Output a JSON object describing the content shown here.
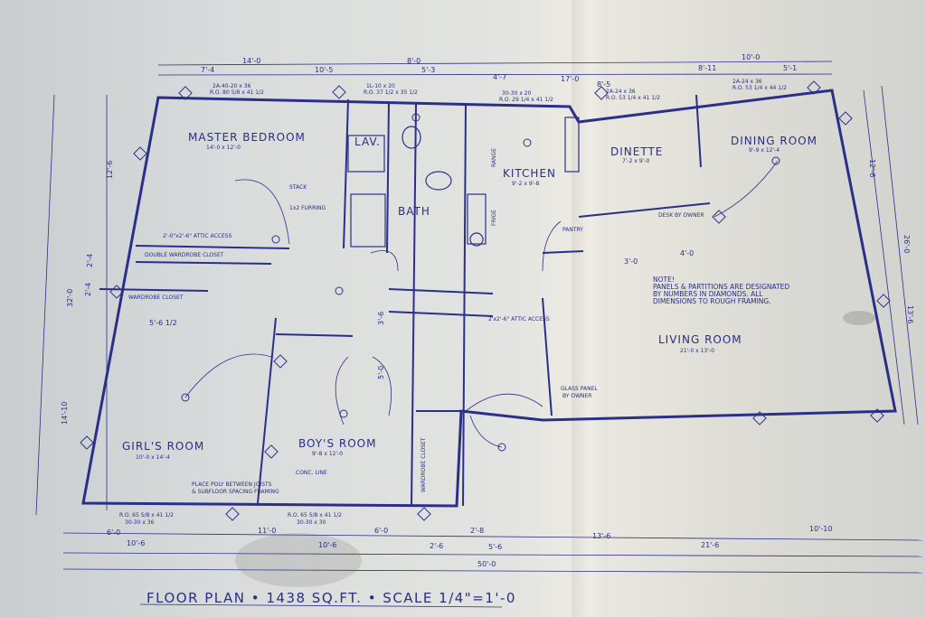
{
  "plan": {
    "title": "FLOOR PLAN • 1438 SQ.FT. • SCALE 1/4\"=1'-0",
    "note_label": "NOTE!",
    "note_lines": [
      "PANELS & PARTITIONS ARE DESIGNATED",
      "BY NUMBERS IN DIAMONDS. ALL",
      "DIMENSIONS TO ROUGH FRAMING."
    ]
  },
  "rooms": {
    "master_name": "MASTER BEDROOM",
    "master_size": "14'-0 x 12'-0",
    "lav": "LAV.",
    "bath": "BATH",
    "kitchen_name": "KITCHEN",
    "kitchen_size": "9'-2 x 9'-8",
    "dinette_name": "DINETTE",
    "dinette_size": "7'-2 x 9'-0",
    "dining_name": "DINING ROOM",
    "dining_size": "9'-9 x 12'-4",
    "living_name": "LIVING ROOM",
    "living_size": "21'-0 x 13'-0",
    "girls_name": "GIRL'S ROOM",
    "girls_size": "10'-0 x 14'-4",
    "boys_name": "BOY'S ROOM",
    "boys_size": "9'-8 x 12'-0"
  },
  "labels": {
    "attic_access": "2'-0\"x2'-6\" ATTIC ACCESS",
    "double_wardrobe": "DOUBLE WARDROBE CLOSET",
    "wardrobe_closet": "WARDROBE CLOSET",
    "wardrobe_closet_2": "WARDROBE CLOSET",
    "stack": "STACK",
    "furring": "1x2 FURRING",
    "conc_line": "CONC. LINE",
    "poly_1": "PLACE POLY BETWEEN JOISTS",
    "poly_2": "& SUBFLOOR SPACING FRAMING",
    "glass_panel_1": "GLASS PANEL",
    "glass_panel_2": "BY OWNER",
    "desk": "DESK BY OWNER",
    "range": "RANGE",
    "frige": "FRIGE",
    "pantry": "PANTRY",
    "attic_access_2": "2'x2'-6\" ATTIC ACCESS",
    "ro_top_left": "2A-40-20 x 36",
    "ro_top_left_2": "R.O. 80 5/8 x 41 1/2",
    "ro_top_mid": "1L-10 x 20",
    "ro_top_mid_2": "R.O. 37 1/2 x 35 1/2",
    "ro_top_bath": "30-30 x 20",
    "ro_top_bath_2": "R.O. 29 1/4 x 41 1/2",
    "ro_top_right": "2A-24 x 36",
    "ro_top_right_2": "R.O. 53 1/4 x 41 1/2",
    "ro_top_right_b": "2A-24 x 36",
    "ro_top_right_b2": "R.O. 53 1/4 x 44 1/2",
    "ro_bottom_left": "R.O. 65 5/8 x 41 1/2",
    "ro_bottom_left_2": "30-30 x 36",
    "ro_bottom_mid": "R.O. 65 5/8 x 41 1/2",
    "ro_bottom_mid_2": "30-30 x 30"
  },
  "dimensions": {
    "top_1": "14'-0",
    "top_2": "8'-0",
    "top_3": "17'-0",
    "top_4": "10'-0",
    "top_sub_1": "7'-4",
    "top_sub_2": "10'-5",
    "top_sub_3": "5'-3",
    "top_sub_4": "4'-7",
    "top_sub_5": "8'-5",
    "top_sub_6": "8'-11",
    "top_sub_7": "5'-1",
    "left_total": "32'-0",
    "left_1": "12'-6",
    "left_2": "2'-4",
    "left_3": "2'-4",
    "left_4": "14'-10",
    "right_1": "26'-0",
    "right_2": "12'-6",
    "right_3": "13'-6",
    "bottom_1": "10'-6",
    "bottom_2": "10'-6",
    "bottom_3": "2'-6",
    "bottom_4": "5'-6",
    "bottom_5": "21'-6",
    "bottom_total": "50'-0",
    "bottom_a": "6'-0",
    "bottom_b": "11'-0",
    "bottom_c": "6'-0",
    "bottom_d": "2'-8",
    "bottom_e": "13'-6",
    "bottom_f": "10'-10",
    "inner_1": "5'-6 1/2",
    "inner_2": "5'-0",
    "inner_3": "3'-6",
    "inner_4": "3'-0",
    "inner_5": "4'-0"
  },
  "colors": {
    "ink": "#2b2f8a",
    "paper": "#e3e4e1"
  }
}
